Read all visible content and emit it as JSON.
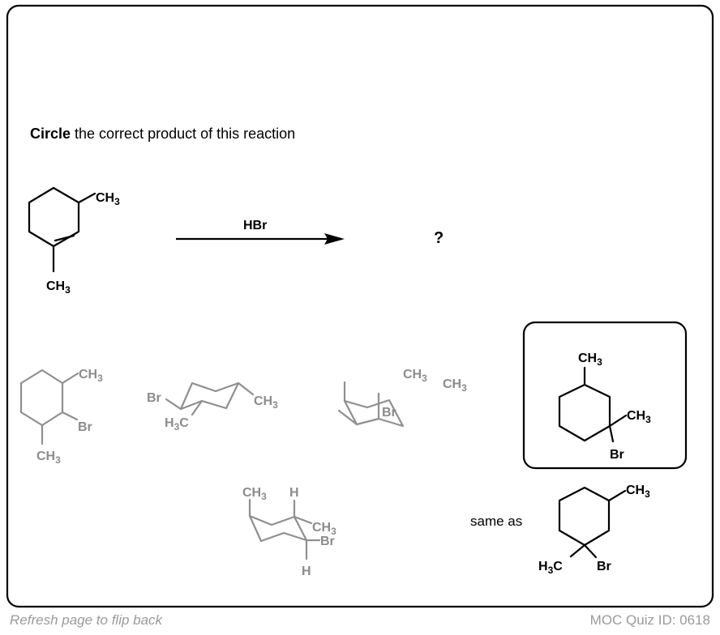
{
  "prompt": {
    "bold": "Circle",
    "rest": " the correct product of this reaction"
  },
  "reactant": {
    "methyl_top": "CH3",
    "methyl_bottom": "CH3"
  },
  "reagent": "HBr",
  "product_placeholder": "?",
  "options": [
    {
      "labels": [
        "CH3",
        "Br",
        "CH3"
      ],
      "correct": false
    },
    {
      "labels": [
        "Br",
        "CH3",
        "H3C"
      ],
      "correct": false
    },
    {
      "labels": [
        "CH3",
        "CH3",
        "Br"
      ],
      "correct": false
    },
    {
      "labels": [
        "CH3",
        "CH3",
        "Br"
      ],
      "correct": true
    },
    {
      "labels": [
        "CH3",
        "H",
        "CH3",
        "Br",
        "H"
      ],
      "correct": false
    }
  ],
  "equivalent": {
    "text": "same as",
    "labels": [
      "CH3",
      "H3C",
      "Br"
    ]
  },
  "footer": {
    "left": "Refresh page to flip back",
    "right": "MOC Quiz ID: 0618"
  },
  "colors": {
    "incorrect": "#8c8c8c",
    "correct": "#000000"
  }
}
